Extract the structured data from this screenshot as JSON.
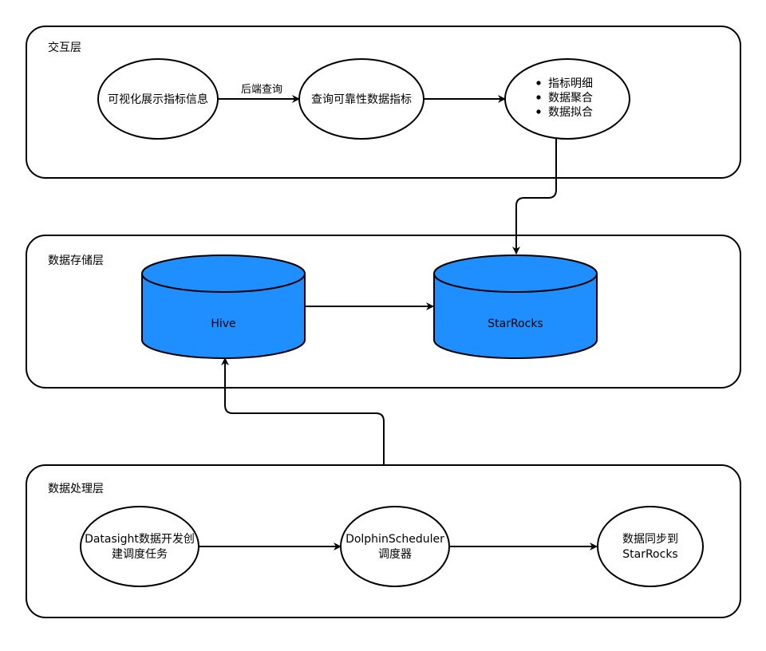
{
  "colors": {
    "db_fill": "#1f8fff",
    "stroke": "#000000",
    "background": "#ffffff"
  },
  "layers": {
    "interaction": {
      "title": "交互层"
    },
    "storage": {
      "title": "数据存储层"
    },
    "processing": {
      "title": "数据处理层"
    }
  },
  "nodes": {
    "visual_display": {
      "label": "可视化展示指标信息"
    },
    "query_reliability": {
      "label": "查询可靠性数据指标"
    },
    "metrics_list": {
      "items": [
        "指标明细",
        "数据聚合",
        "数据拟合"
      ]
    },
    "hive": {
      "label": "Hive"
    },
    "starrocks": {
      "label": "StarRocks"
    },
    "datasight": {
      "line1": "Datasight数据开发创",
      "line2": "建调度任务"
    },
    "dolphin": {
      "line1": "DolphinScheduler",
      "line2": "调度器"
    },
    "sync": {
      "line1": "数据同步到",
      "line2": "StarRocks"
    }
  },
  "edges": {
    "backend_query": {
      "label": "后端查询"
    }
  }
}
